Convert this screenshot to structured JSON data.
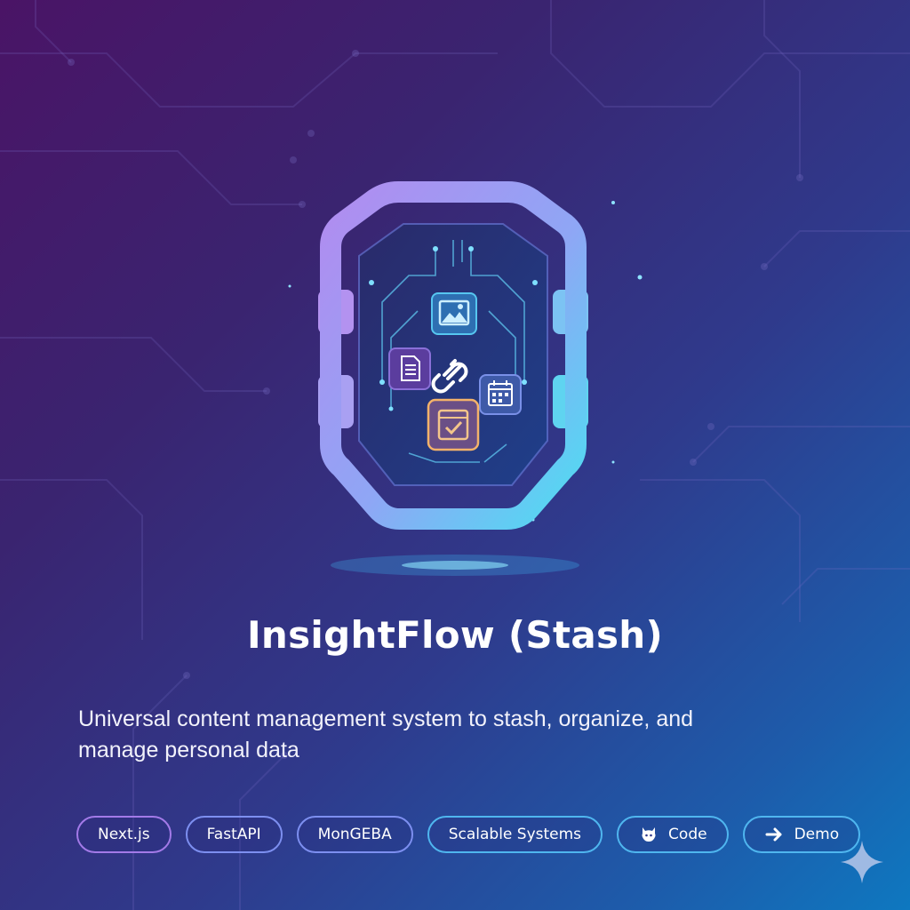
{
  "title": "InsightFlow (Stash)",
  "subtitle": "Universal content management system to stash, organize, and manage personal data",
  "tags": [
    {
      "label": "Next.js"
    },
    {
      "label": "FastAPI"
    },
    {
      "label": "MonGEBA"
    },
    {
      "label": "Scalable Systems"
    },
    {
      "label": "Code",
      "icon": "github-octocat-icon"
    },
    {
      "label": "Demo",
      "icon": "arrow-right-icon"
    }
  ],
  "logo": {
    "icons": [
      "image-icon",
      "document-icon",
      "link-icon",
      "calendar-icon",
      "checklist-icon"
    ]
  },
  "colors": {
    "background_start": "#4a1466",
    "background_end": "#0e78c0",
    "accent_purple": "#a37ae8",
    "accent_cyan": "#4fdcf2",
    "checklist_orange": "#f4b26a"
  }
}
